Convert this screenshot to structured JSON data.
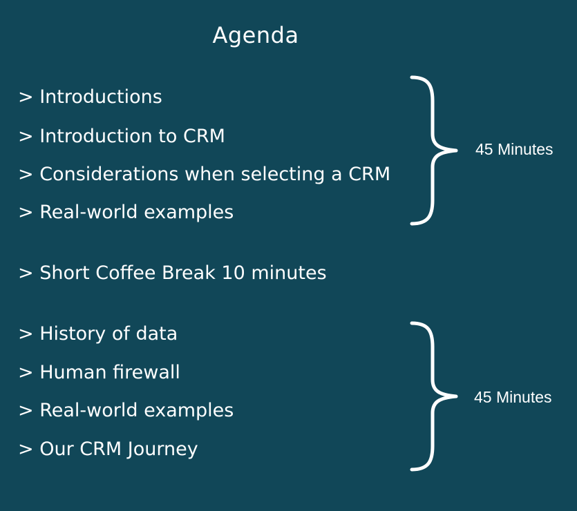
{
  "title": "Agenda",
  "items": [
    "> Introductions",
    "> Introduction to CRM",
    "> Considerations when selecting a CRM",
    "> Real-world examples",
    "> Short Coffee Break 10 minutes",
    "> History of data",
    "> Human firewall",
    "> Real-world examples",
    "> Our CRM Journey"
  ],
  "groups": [
    {
      "duration": "45 Minutes"
    },
    {
      "duration": "45 Minutes"
    }
  ],
  "colors": {
    "background": "#114758",
    "text": "#ffffff"
  }
}
